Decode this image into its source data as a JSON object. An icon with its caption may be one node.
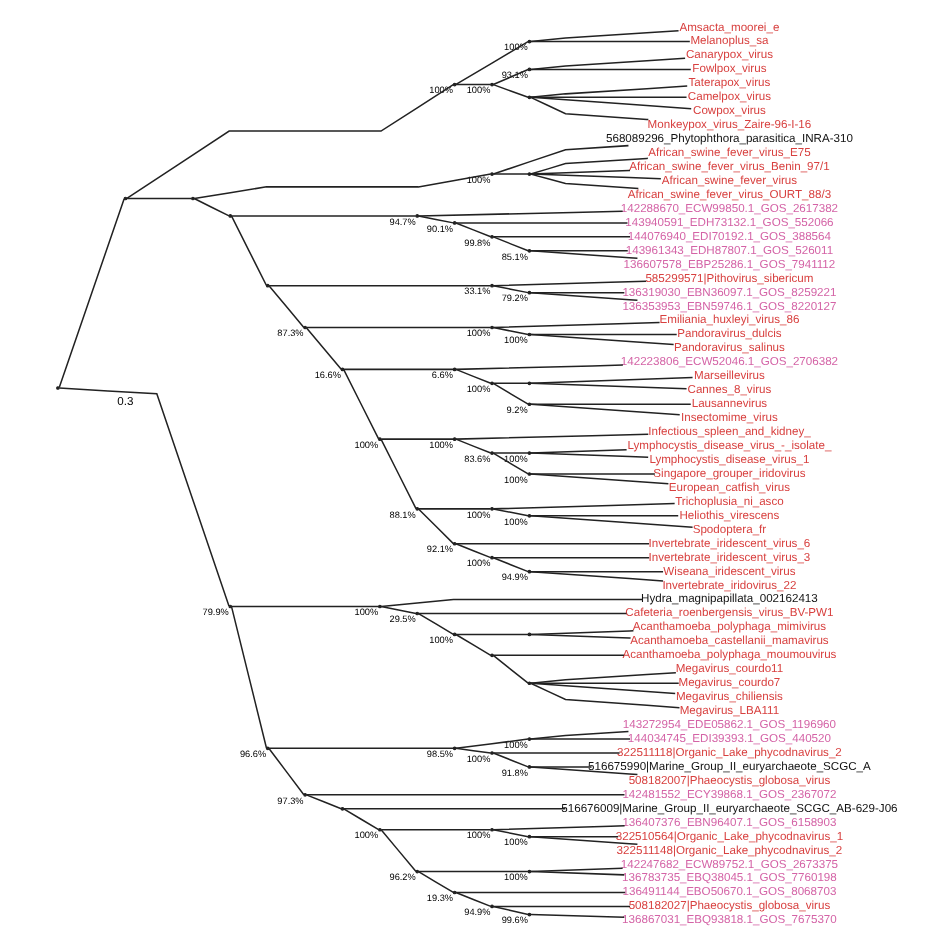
{
  "diagram": {
    "nodes": [
      {
        "text": [],
        "shape": "point"
      },
      {
        "text": [],
        "shape": "point"
      },
      {
        "text": [],
        "shape": "point",
        "beside": [
          "100%"
        ]
      },
      {
        "text": [],
        "shape": "point",
        "beside": [
          "100%"
        ]
      },
      {
        "text": [
          "Amsacta_moorei_e"
        ]
      },
      {
        "text": [
          "Melanoplus_sa"
        ]
      },
      {
        "text": [],
        "shape": "point",
        "beside": [
          "100%"
        ]
      },
      {
        "text": [],
        "shape": "point",
        "beside": [
          "93.1%"
        ]
      },
      {
        "text": [
          "Canarypox_virus"
        ]
      },
      {
        "text": [
          "Fowlpox_virus"
        ]
      },
      {
        "text": [],
        "shape": "point"
      },
      {
        "text": [
          "Taterapox_virus"
        ]
      },
      {
        "text": [
          "Camelpox_virus"
        ]
      },
      {
        "text": [
          "Cowpox_virus"
        ]
      },
      {
        "text": [
          "Monkeypox_virus_Zaire-96-I-16"
        ]
      },
      {
        "text": [],
        "shape": "point"
      },
      {
        "text": [],
        "shape": "point",
        "beside": [
          "100%"
        ]
      },
      {
        "text": [
          "568089296_Phytophthora_parasitica_INRA-310"
        ]
      },
      {
        "text": [],
        "shape": "point"
      },
      {
        "text": [
          "African_swine_fever_virus_E75"
        ]
      },
      {
        "text": [
          "African_swine_fever_virus_Benin_97/1"
        ]
      },
      {
        "text": [
          "African_swine_fever_virus"
        ]
      },
      {
        "text": [
          "African_swine_fever_virus_OURT_88/3"
        ]
      },
      {
        "text": [],
        "shape": "point"
      },
      {
        "text": [],
        "shape": "point",
        "beside": [
          "94.7%"
        ]
      },
      {
        "text": [
          "142288670_ECW99850.1_GOS_2617382"
        ]
      },
      {
        "text": [],
        "shape": "point",
        "beside": [
          "90.1%"
        ]
      },
      {
        "text": [
          "143940591_EDH73132.1_GOS_552066"
        ]
      },
      {
        "text": [],
        "shape": "point",
        "beside": [
          "99.8%"
        ]
      },
      {
        "text": [
          "144076940_EDI70192.1_GOS_388564"
        ]
      },
      {
        "text": [],
        "shape": "point",
        "beside": [
          "85.1%"
        ]
      },
      {
        "text": [
          "143961343_EDH87807.1_GOS_526011"
        ]
      },
      {
        "text": [
          "136607578_EBP25286.1_GOS_7941112"
        ]
      },
      {
        "text": [],
        "shape": "point"
      },
      {
        "text": [],
        "shape": "point",
        "beside": [
          "33.1%"
        ]
      },
      {
        "text": [
          "585299571|Pithovirus_sibericum"
        ]
      },
      {
        "text": [],
        "shape": "point",
        "beside": [
          "79.2%"
        ]
      },
      {
        "text": [
          "136319030_EBN36097.1_GOS_8259221"
        ]
      },
      {
        "text": [
          "136353953_EBN59746.1_GOS_8220127"
        ]
      },
      {
        "text": [],
        "shape": "point",
        "beside": [
          "87.3%"
        ]
      },
      {
        "text": [],
        "shape": "point",
        "beside": [
          "100%"
        ]
      },
      {
        "text": [
          "Emiliania_huxleyi_virus_86"
        ]
      },
      {
        "text": [],
        "shape": "point",
        "beside": [
          "100%"
        ]
      },
      {
        "text": [
          "Pandoravirus_dulcis"
        ]
      },
      {
        "text": [
          "Pandoravirus_salinus"
        ]
      },
      {
        "text": [],
        "shape": "point",
        "beside": [
          "16.6%"
        ]
      },
      {
        "text": [],
        "shape": "point",
        "beside": [
          "6.6%"
        ]
      },
      {
        "text": [
          "142223806_ECW52046.1_GOS_2706382"
        ]
      },
      {
        "text": [],
        "shape": "point",
        "beside": [
          "100%"
        ]
      },
      {
        "text": [],
        "shape": "point"
      },
      {
        "text": [
          "Marseillevirus"
        ]
      },
      {
        "text": [
          "Cannes_8_virus"
        ]
      },
      {
        "text": [],
        "shape": "point",
        "beside": [
          "9.2%"
        ]
      },
      {
        "text": [
          "Lausannevirus"
        ]
      },
      {
        "text": [
          "Insectomime_virus"
        ]
      },
      {
        "text": [],
        "shape": "point",
        "beside": [
          "100%"
        ]
      },
      {
        "text": [],
        "shape": "point",
        "beside": [
          "100%"
        ]
      },
      {
        "text": [
          "Infectious_spleen_and_kidney_"
        ]
      },
      {
        "text": [],
        "shape": "point",
        "beside": [
          "83.6%"
        ]
      },
      {
        "text": [],
        "shape": "point",
        "beside": [
          "100%"
        ]
      },
      {
        "text": [
          "Lymphocystis_disease_virus_-_isolate_"
        ]
      },
      {
        "text": [
          "Lymphocystis_disease_virus_1"
        ]
      },
      {
        "text": [],
        "shape": "point",
        "beside": [
          "100%"
        ]
      },
      {
        "text": [
          "Singapore_grouper_iridovirus"
        ]
      },
      {
        "text": [
          "European_catfish_virus"
        ]
      },
      {
        "text": [],
        "shape": "point",
        "beside": [
          "88.1%"
        ]
      },
      {
        "text": [],
        "shape": "point",
        "beside": [
          "100%"
        ]
      },
      {
        "text": [
          "Trichoplusia_ni_asco"
        ]
      },
      {
        "text": [],
        "shape": "point",
        "beside": [
          "100%"
        ]
      },
      {
        "text": [
          "Heliothis_virescens"
        ]
      },
      {
        "text": [
          "Spodoptera_fr"
        ]
      },
      {
        "text": [],
        "shape": "point",
        "beside": [
          "92.1%"
        ]
      },
      {
        "text": [
          "Invertebrate_iridescent_virus_6"
        ]
      },
      {
        "text": [],
        "shape": "point",
        "beside": [
          "100%"
        ]
      },
      {
        "text": [
          "Invertebrate_iridescent_virus_3"
        ]
      },
      {
        "text": [],
        "shape": "point",
        "beside": [
          "94.9%"
        ]
      },
      {
        "text": [
          "Wiseana_iridescent_virus"
        ]
      },
      {
        "text": [
          "Invertebrate_iridovirus_22"
        ]
      },
      {
        "text": [],
        "shape": "point",
        "beside": [
          "79.9%"
        ]
      },
      {
        "text": [],
        "shape": "point",
        "beside": [
          "100%"
        ]
      },
      {
        "text": [
          "Hydra_magnipapillata_002162413"
        ]
      },
      {
        "text": [],
        "shape": "point",
        "beside": [
          "29.5%"
        ]
      },
      {
        "text": [
          "Cafeteria_roenbergensis_virus_BV-PW1"
        ]
      },
      {
        "text": [],
        "shape": "point",
        "beside": [
          "100%"
        ]
      },
      {
        "text": [],
        "shape": "point"
      },
      {
        "text": [
          "Acanthamoeba_polyphaga_mimivirus"
        ]
      },
      {
        "text": [
          "Acanthamoeba_castellanii_mamavirus"
        ]
      },
      {
        "text": [],
        "shape": "point"
      },
      {
        "text": [
          "Acanthamoeba_polyphaga_moumouvirus"
        ]
      },
      {
        "text": [],
        "shape": "point"
      },
      {
        "text": [
          "Megavirus_courdo11"
        ]
      },
      {
        "text": [
          "Megavirus_courdo7"
        ]
      },
      {
        "text": [
          "Megavirus_chiliensis"
        ]
      },
      {
        "text": [
          "Megavirus_LBA111"
        ]
      },
      {
        "text": [],
        "shape": "point",
        "beside": [
          "96.6%"
        ]
      },
      {
        "text": [],
        "shape": "point",
        "beside": [
          "98.5%"
        ]
      },
      {
        "text": [],
        "shape": "point",
        "beside": [
          "100%"
        ]
      },
      {
        "text": [
          "143272954_EDE05862.1_GOS_1196960"
        ]
      },
      {
        "text": [
          "144034745_EDI39393.1_GOS_440520"
        ]
      },
      {
        "text": [],
        "shape": "point",
        "beside": [
          "100%"
        ]
      },
      {
        "text": [
          "322511118|Organic_Lake_phycodnavirus_2"
        ]
      },
      {
        "text": [],
        "shape": "point",
        "beside": [
          "91.8%"
        ]
      },
      {
        "text": [
          "516675990|Marine_Group_II_euryarchaeote_SCGC_A"
        ]
      },
      {
        "text": [
          "508182007|Phaeocystis_globosa_virus"
        ]
      },
      {
        "text": [],
        "shape": "point",
        "beside": [
          "97.3%"
        ]
      },
      {
        "text": [
          "142481552_ECY39868.1_GOS_2367072"
        ]
      },
      {
        "text": [],
        "shape": "point"
      },
      {
        "text": [
          "516676009|Marine_Group_II_euryarchaeote_SCGC_AB-629-J06"
        ]
      },
      {
        "text": [],
        "shape": "point",
        "beside": [
          "100%"
        ]
      },
      {
        "text": [],
        "shape": "point",
        "beside": [
          "100%"
        ]
      },
      {
        "text": [
          "136407376_EBN96407.1_GOS_6158903"
        ]
      },
      {
        "text": [],
        "shape": "point",
        "beside": [
          "100%"
        ]
      },
      {
        "text": [
          "322510564|Organic_Lake_phycodnavirus_1"
        ]
      },
      {
        "text": [
          "322511148|Organic_Lake_phycodnavirus_2"
        ]
      },
      {
        "text": [],
        "shape": "point",
        "beside": [
          "96.2%"
        ]
      },
      {
        "text": [],
        "shape": "point",
        "beside": [
          "100%"
        ]
      },
      {
        "text": [
          "142247682_ECW89752.1_GOS_2673375"
        ]
      },
      {
        "text": [
          "136783735_EBQ38045.1_GOS_7760198"
        ]
      },
      {
        "text": [],
        "shape": "point",
        "beside": [
          "19.3%"
        ]
      },
      {
        "text": [
          "136491144_EBO50670.1_GOS_8068703"
        ]
      },
      {
        "text": [],
        "shape": "point",
        "beside": [
          "94.9%"
        ]
      },
      {
        "text": [
          "508182027|Phaeocystis_globosa_virus"
        ]
      },
      {
        "text": [],
        "shape": "point",
        "beside": [
          "99.6%"
        ]
      },
      {
        "text": [
          "136867031_EBQ93818.1_GOS_7675370"
        ]
      }
    ],
    "edges": [
      {
        "from": 0,
        "to": 1,
        "arrow": "none"
      },
      {
        "from": 0,
        "to": 78,
        "arrow": "none"
      },
      {
        "from": 1,
        "to": 2,
        "arrow": "none"
      },
      {
        "from": 1,
        "to": 15,
        "arrow": "none"
      },
      {
        "from": 2,
        "to": 3,
        "arrow": "none"
      },
      {
        "from": 2,
        "to": 6,
        "arrow": "none"
      },
      {
        "from": 3,
        "to": 4,
        "arrow": "none"
      },
      {
        "from": 3,
        "to": 5,
        "arrow": "none"
      },
      {
        "from": 6,
        "to": 7,
        "arrow": "none"
      },
      {
        "from": 6,
        "to": 10,
        "arrow": "none"
      },
      {
        "from": 7,
        "to": 8,
        "arrow": "none"
      },
      {
        "from": 7,
        "to": 9,
        "arrow": "none"
      },
      {
        "from": 10,
        "to": 11,
        "arrow": "none"
      },
      {
        "from": 10,
        "to": 12,
        "arrow": "none"
      },
      {
        "from": 10,
        "to": 13,
        "arrow": "none"
      },
      {
        "from": 10,
        "to": 14,
        "arrow": "none"
      },
      {
        "from": 15,
        "to": 16,
        "arrow": "none"
      },
      {
        "from": 15,
        "to": 23,
        "arrow": "none"
      },
      {
        "from": 16,
        "to": 17,
        "arrow": "none"
      },
      {
        "from": 16,
        "to": 18,
        "arrow": "none"
      },
      {
        "from": 18,
        "to": 19,
        "arrow": "none"
      },
      {
        "from": 18,
        "to": 20,
        "arrow": "none"
      },
      {
        "from": 18,
        "to": 21,
        "arrow": "none"
      },
      {
        "from": 18,
        "to": 22,
        "arrow": "none"
      },
      {
        "from": 23,
        "to": 24,
        "arrow": "none"
      },
      {
        "from": 23,
        "to": 33,
        "arrow": "none"
      },
      {
        "from": 24,
        "to": 25,
        "arrow": "none"
      },
      {
        "from": 24,
        "to": 26,
        "arrow": "none"
      },
      {
        "from": 26,
        "to": 27,
        "arrow": "none"
      },
      {
        "from": 26,
        "to": 28,
        "arrow": "none"
      },
      {
        "from": 28,
        "to": 29,
        "arrow": "none"
      },
      {
        "from": 28,
        "to": 30,
        "arrow": "none"
      },
      {
        "from": 30,
        "to": 31,
        "arrow": "none"
      },
      {
        "from": 30,
        "to": 32,
        "arrow": "none"
      },
      {
        "from": 33,
        "to": 34,
        "arrow": "none"
      },
      {
        "from": 33,
        "to": 39,
        "arrow": "none"
      },
      {
        "from": 34,
        "to": 35,
        "arrow": "none"
      },
      {
        "from": 34,
        "to": 36,
        "arrow": "none"
      },
      {
        "from": 36,
        "to": 37,
        "arrow": "none"
      },
      {
        "from": 36,
        "to": 38,
        "arrow": "none"
      },
      {
        "from": 39,
        "to": 40,
        "arrow": "none"
      },
      {
        "from": 39,
        "to": 45,
        "arrow": "none"
      },
      {
        "from": 40,
        "to": 41,
        "arrow": "none"
      },
      {
        "from": 40,
        "to": 42,
        "arrow": "none"
      },
      {
        "from": 42,
        "to": 43,
        "arrow": "none"
      },
      {
        "from": 42,
        "to": 44,
        "arrow": "none"
      },
      {
        "from": 45,
        "to": 46,
        "arrow": "none"
      },
      {
        "from": 45,
        "to": 55,
        "arrow": "none"
      },
      {
        "from": 46,
        "to": 47,
        "arrow": "none"
      },
      {
        "from": 46,
        "to": 48,
        "arrow": "none"
      },
      {
        "from": 48,
        "to": 49,
        "arrow": "none"
      },
      {
        "from": 48,
        "to": 52,
        "arrow": "none"
      },
      {
        "from": 49,
        "to": 50,
        "arrow": "none"
      },
      {
        "from": 49,
        "to": 51,
        "arrow": "none"
      },
      {
        "from": 52,
        "to": 53,
        "arrow": "none"
      },
      {
        "from": 52,
        "to": 54,
        "arrow": "none"
      },
      {
        "from": 55,
        "to": 56,
        "arrow": "none"
      },
      {
        "from": 55,
        "to": 65,
        "arrow": "none"
      },
      {
        "from": 56,
        "to": 57,
        "arrow": "none"
      },
      {
        "from": 56,
        "to": 58,
        "arrow": "none"
      },
      {
        "from": 58,
        "to": 59,
        "arrow": "none"
      },
      {
        "from": 58,
        "to": 62,
        "arrow": "none"
      },
      {
        "from": 59,
        "to": 60,
        "arrow": "none"
      },
      {
        "from": 59,
        "to": 61,
        "arrow": "none"
      },
      {
        "from": 62,
        "to": 63,
        "arrow": "none"
      },
      {
        "from": 62,
        "to": 64,
        "arrow": "none"
      },
      {
        "from": 65,
        "to": 66,
        "arrow": "none"
      },
      {
        "from": 65,
        "to": 71,
        "arrow": "none"
      },
      {
        "from": 66,
        "to": 67,
        "arrow": "none"
      },
      {
        "from": 66,
        "to": 68,
        "arrow": "none"
      },
      {
        "from": 68,
        "to": 69,
        "arrow": "none"
      },
      {
        "from": 68,
        "to": 70,
        "arrow": "none"
      },
      {
        "from": 71,
        "to": 72,
        "arrow": "none"
      },
      {
        "from": 71,
        "to": 73,
        "arrow": "none"
      },
      {
        "from": 73,
        "to": 74,
        "arrow": "none"
      },
      {
        "from": 73,
        "to": 75,
        "arrow": "none"
      },
      {
        "from": 75,
        "to": 76,
        "arrow": "none"
      },
      {
        "from": 75,
        "to": 77,
        "arrow": "none"
      },
      {
        "from": 78,
        "to": 79,
        "arrow": "none"
      },
      {
        "from": 78,
        "to": 94,
        "arrow": "none"
      },
      {
        "from": 79,
        "to": 80,
        "arrow": "none"
      },
      {
        "from": 79,
        "to": 81,
        "arrow": "none"
      },
      {
        "from": 81,
        "to": 82,
        "arrow": "none"
      },
      {
        "from": 81,
        "to": 83,
        "arrow": "none"
      },
      {
        "from": 83,
        "to": 84,
        "arrow": "none"
      },
      {
        "from": 83,
        "to": 87,
        "arrow": "none"
      },
      {
        "from": 84,
        "to": 85,
        "arrow": "none"
      },
      {
        "from": 84,
        "to": 86,
        "arrow": "none"
      },
      {
        "from": 87,
        "to": 88,
        "arrow": "none"
      },
      {
        "from": 87,
        "to": 89,
        "arrow": "none"
      },
      {
        "from": 89,
        "to": 90,
        "arrow": "none"
      },
      {
        "from": 89,
        "to": 91,
        "arrow": "none"
      },
      {
        "from": 89,
        "to": 92,
        "arrow": "none"
      },
      {
        "from": 89,
        "to": 93,
        "arrow": "none"
      },
      {
        "from": 94,
        "to": 95,
        "arrow": "none"
      },
      {
        "from": 94,
        "to": 104,
        "arrow": "none"
      },
      {
        "from": 95,
        "to": 96,
        "arrow": "none"
      },
      {
        "from": 95,
        "to": 99,
        "arrow": "none"
      },
      {
        "from": 96,
        "to": 97,
        "arrow": "none"
      },
      {
        "from": 96,
        "to": 98,
        "arrow": "none"
      },
      {
        "from": 99,
        "to": 100,
        "arrow": "none"
      },
      {
        "from": 99,
        "to": 101,
        "arrow": "none"
      },
      {
        "from": 101,
        "to": 102,
        "arrow": "none"
      },
      {
        "from": 101,
        "to": 103,
        "arrow": "none"
      },
      {
        "from": 104,
        "to": 105,
        "arrow": "none"
      },
      {
        "from": 104,
        "to": 106,
        "arrow": "none"
      },
      {
        "from": 106,
        "to": 107,
        "arrow": "none"
      },
      {
        "from": 106,
        "to": 108,
        "arrow": "none"
      },
      {
        "from": 108,
        "to": 109,
        "arrow": "none"
      },
      {
        "from": 108,
        "to": 114,
        "arrow": "none"
      },
      {
        "from": 109,
        "to": 110,
        "arrow": "none"
      },
      {
        "from": 109,
        "to": 111,
        "arrow": "none"
      },
      {
        "from": 111,
        "to": 112,
        "arrow": "none"
      },
      {
        "from": 111,
        "to": 113,
        "arrow": "none"
      },
      {
        "from": 114,
        "to": 115,
        "arrow": "none"
      },
      {
        "from": 114,
        "to": 118,
        "arrow": "none"
      },
      {
        "from": 115,
        "to": 116,
        "arrow": "none"
      },
      {
        "from": 115,
        "to": 117,
        "arrow": "none"
      },
      {
        "from": 118,
        "to": 119,
        "arrow": "none"
      },
      {
        "from": 118,
        "to": 120,
        "arrow": "none"
      },
      {
        "from": 120,
        "to": 121,
        "arrow": "none"
      },
      {
        "from": 120,
        "to": 122,
        "arrow": "none"
      },
      {
        "from": 122,
        "to": 123,
        "arrow": "none"
      }
    ],
    "labels": [
      "0.3"
    ]
  }
}
